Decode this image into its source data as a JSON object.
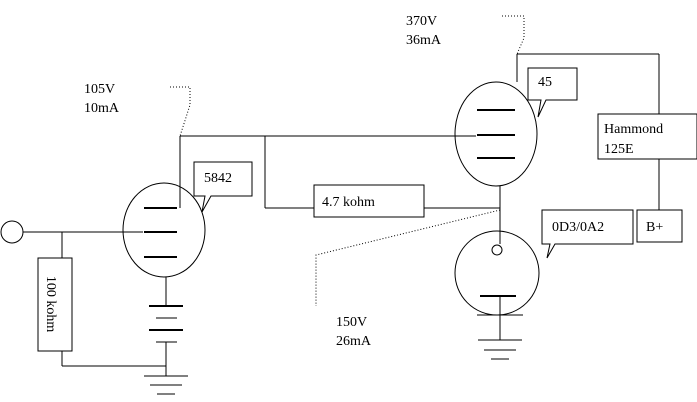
{
  "stage1": {
    "tube_label": "5842",
    "voltage": "105V",
    "current": "10mA"
  },
  "stage2": {
    "tube_label": "45",
    "voltage": "370V",
    "current": "36mA"
  },
  "regulator": {
    "tube_label": "0D3/0A2",
    "voltage": "150V",
    "current": "26mA"
  },
  "resistor_series": "4.7 kohm",
  "resistor_grid": "100 kohm",
  "transformer": {
    "line1": "Hammond",
    "line2": "125E"
  },
  "supply_label": "B+"
}
